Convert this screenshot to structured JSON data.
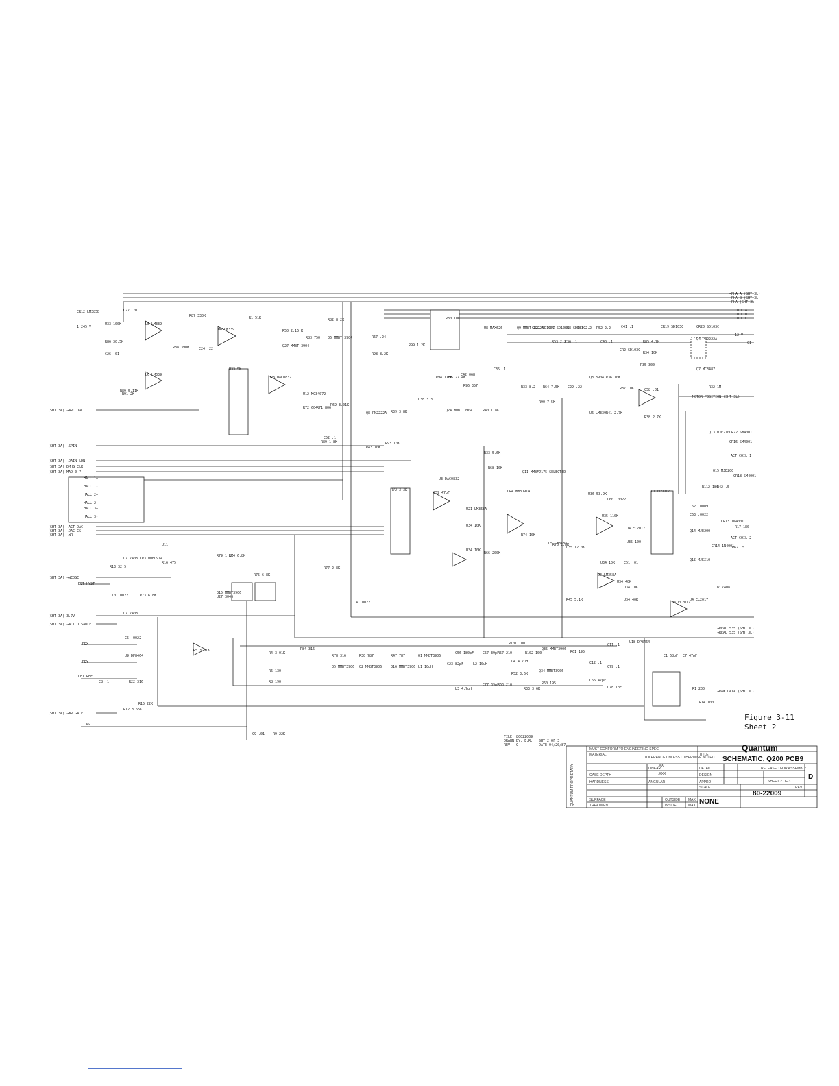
{
  "inputs_left": [
    "(SHT 3A) →ARC DAC",
    "(SHT 3A) →SPIN",
    "(SHT 3A) →DAIN LDN",
    "(SHT 3A) DMHG CLK",
    "(SHT 3A) MAD 0-7",
    "HALL 1+",
    "HALL 1-",
    "HALL 2+",
    "HALL 2-",
    "HALL 3+",
    "HALL 3-",
    "(SHT 3A) →ACT DAC",
    "(SHT 3A) →DAC CS",
    "(SHT 3A) →WR",
    "(SHT 3A) →WEDGE",
    "DET HYST",
    "(SHT 3A) 3.7V",
    "(SHT 3A) →ACT DISABLE",
    "RDX",
    "RDY",
    "DET REF",
    "(SHT 3A) →WR GATE",
    "CASC"
  ],
  "outputs_right": [
    "→PHA A (SHT 3L)",
    "→PHA B (SHT 3L)",
    "→PHA (SHT 3L)",
    "COIL A",
    "COIL B",
    "COIL C",
    "12 V",
    "C1",
    "MOTOR POSITION (SHT 3L)",
    "ACT COIL 1",
    "ACT COIL 2",
    "→READ 535 (SHT 3L)",
    "→READ 535 (SHT 3L)",
    "→RAW DATA (SHT 3L)"
  ],
  "components": [
    "CR12 LM385B",
    "1.245 V",
    "U33 100K",
    "U8 LM339",
    "U6 LM339",
    "U6 LM339",
    "R87 330K",
    "R88 390K",
    "C24 .22",
    "R86 30.5K",
    "C26 .01",
    "R89 5.11K",
    "R91 2K",
    "C27 .01",
    "R1 51K",
    "R50 2.15 K",
    "Q27 MMBT 3904",
    "R83 750",
    "R82 8.2K",
    "Q6 MMBT 3904",
    "U33 5K",
    "U28 DAC0832",
    "U12 MC34072",
    "R72 604",
    "R71 806",
    "R69 3.01K",
    "C52 .1",
    "R80 10K",
    "U8 MAX626",
    "R67 .24",
    "R98 8.2K",
    "R99 1.2K",
    "R94 1.8K",
    "R95 27.4K",
    "R96 357",
    "C42 068",
    "C35 .1",
    "C38 3.3",
    "R39 3.8K",
    "Q24 MMBT 3904",
    "R40 1.8K",
    "Q8 PN2222A",
    "R43 10K",
    "R93 10K",
    "Q9 MMBT 2222A",
    "CR21 SD103C",
    "CR7 SD103C",
    "CR8 SD103C",
    "R81 2.2",
    "R52 2.2",
    "R53 2.2",
    "C36 .1",
    "C40 .1",
    "C41 .1",
    "CR19 SD103C",
    "CR20 SD103C",
    "CR2 SD103C",
    "R85 4.7K",
    "R34 10K",
    "R35 300",
    "Q4 PN2222A",
    "Q7 MC3487",
    "R33 8.2",
    "R64 7.5K",
    "R90 7.5K",
    "C29 .22",
    "Q3 3904",
    "R36 10K",
    "R37 10K",
    "C58 .01",
    "U6 LM339",
    "R41 2.7K",
    "R38 2.7K",
    "R32 1M",
    "R89 1.8K",
    "R33 5.6K",
    "R68 10K",
    "CR4 MMBD914",
    "Q11 MMBFJ175 SELECTED",
    "R72 3.3K",
    "U3 DAC0832",
    "C59 47pF",
    "U21 LM358A",
    "U34 10K",
    "U34 10K",
    "R66 200K",
    "R74 10K",
    "U5 LM358A",
    "R76 1.8K",
    "U35 12.0K",
    "U36 53.9K",
    "C60 .0022",
    "U35 110K",
    "U4 EL2017",
    "U35 100",
    "C51 .01",
    "U34 10K",
    "U34 40K",
    "U34 10K",
    "U34 40K",
    "U3 LM358A",
    "R45 5.1K",
    "U4 EL2017",
    "U1 EL9917",
    "U4 EL2017",
    "Q13 MJE210",
    "CR22 SM4001",
    "CR16 SM4001",
    "Q15 MJE200",
    "CR18 SM4001",
    "R112 180",
    "R42 .5",
    "C62 .0009",
    "C63 .0022",
    "Q12 MJE210",
    "CR13 1N4001",
    "R17 180",
    "Q14 MJE200",
    "CR14 1N4001",
    "R62 .5",
    "U7 7408",
    "U7 7408",
    "U7 7408",
    "R12 3.65K",
    "U11",
    "CR3 MMBD914",
    "R16 475",
    "R13 32.5",
    "C10 .0022",
    "R73 6.8K",
    "R79 1.2K",
    "R74 6.8K",
    "U27 3046",
    "R75 6.8K",
    "Q15 MMBT3906",
    "R77 2.8K",
    "C4 .0022",
    "C5 .0022",
    "U9 DP8464",
    "R5 3.01K",
    "R4 3.01K",
    "R6 130",
    "R8 190",
    "R84 316",
    "R78 316",
    "R30 787",
    "R47 787",
    "Q1 MMBT3906",
    "Q5 MMBT3906",
    "Q2 MMBT3906",
    "Q16 MMBT3906",
    "L1 10uH",
    "C56 180pF",
    "C23 82pF",
    "L2 10uH",
    "L3 4.7uH",
    "C57 39pF",
    "R57 210",
    "L4 4.7uH",
    "C77 39pF",
    "R63 210",
    "R52 3.6K",
    "R101 100",
    "R102 100",
    "R33 3.6K",
    "Q34 MMBT3906",
    "Q35 MMBT3906",
    "R60 195",
    "R61 195",
    "C66 47pF",
    "C12 .1",
    "C11 .1",
    "C79 .1",
    "C78 1pF",
    "U18 DP8464",
    "R1 200",
    "C1 68pF",
    "C7 47pF",
    "R14 100",
    "C8 .1",
    "R22 316",
    "R15 22K",
    "C9 .01",
    "R9 22K"
  ],
  "figure_caption": {
    "line1": "Figure 3-11",
    "line2": "Sheet 2"
  },
  "file_info": {
    "file": "FILE: 80022009",
    "drawn": "DRAWN BY: E.R.",
    "sheet": "SHT 2 OF 3",
    "rev": "REV :   C",
    "date": "DATE 04/20/87"
  },
  "title_block": {
    "conform": "MUST CONFORM TO ENGINEERING SPEC",
    "material": "MATERIAL",
    "tolerance": "TOLERANCE UNLESS OTHERWISE NOTED",
    "linear_label": "LINEAR",
    "linear_xx": ".XX",
    "linear_xxx": ".XXX",
    "angular": "ANGULAR",
    "case_depth": "CASE DEPTH",
    "hardness": "HARDNESS",
    "surface": "SURFACE",
    "treatment": "TREATMENT",
    "outside": "OUTSIDE",
    "inside": "INSIDE",
    "max1": "MAX",
    "max2": "MAX",
    "company": "Quantum",
    "title_label": "TITLE",
    "title": "SCHEMATIC, Q200 PCB9",
    "detail": "DETAIL",
    "design": "DESIGN",
    "apprd": "APPRD",
    "released": "RELEASED FOR ASSEMBLY",
    "rev_letter": "D",
    "sheet": "SHEET  2  OF  3",
    "scale_label": "SCALE",
    "scale": "NONE",
    "rev_label": "REV",
    "drawing_number": "80-22009",
    "proprietary": "QUANTUM PROPRIETARY"
  }
}
